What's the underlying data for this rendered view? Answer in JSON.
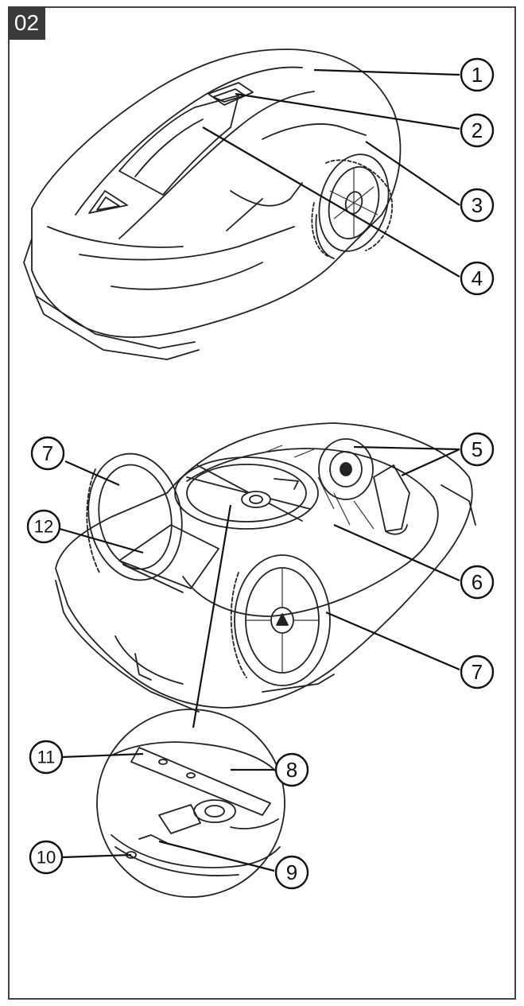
{
  "figure": {
    "number": "02"
  },
  "callouts": [
    "1",
    "2",
    "3",
    "4",
    "5",
    "6",
    "7",
    "7",
    "8",
    "9",
    "10",
    "11",
    "12"
  ],
  "colors": {
    "frame": "#444444",
    "badge": "#3a3a3a",
    "ink": "#111111"
  }
}
